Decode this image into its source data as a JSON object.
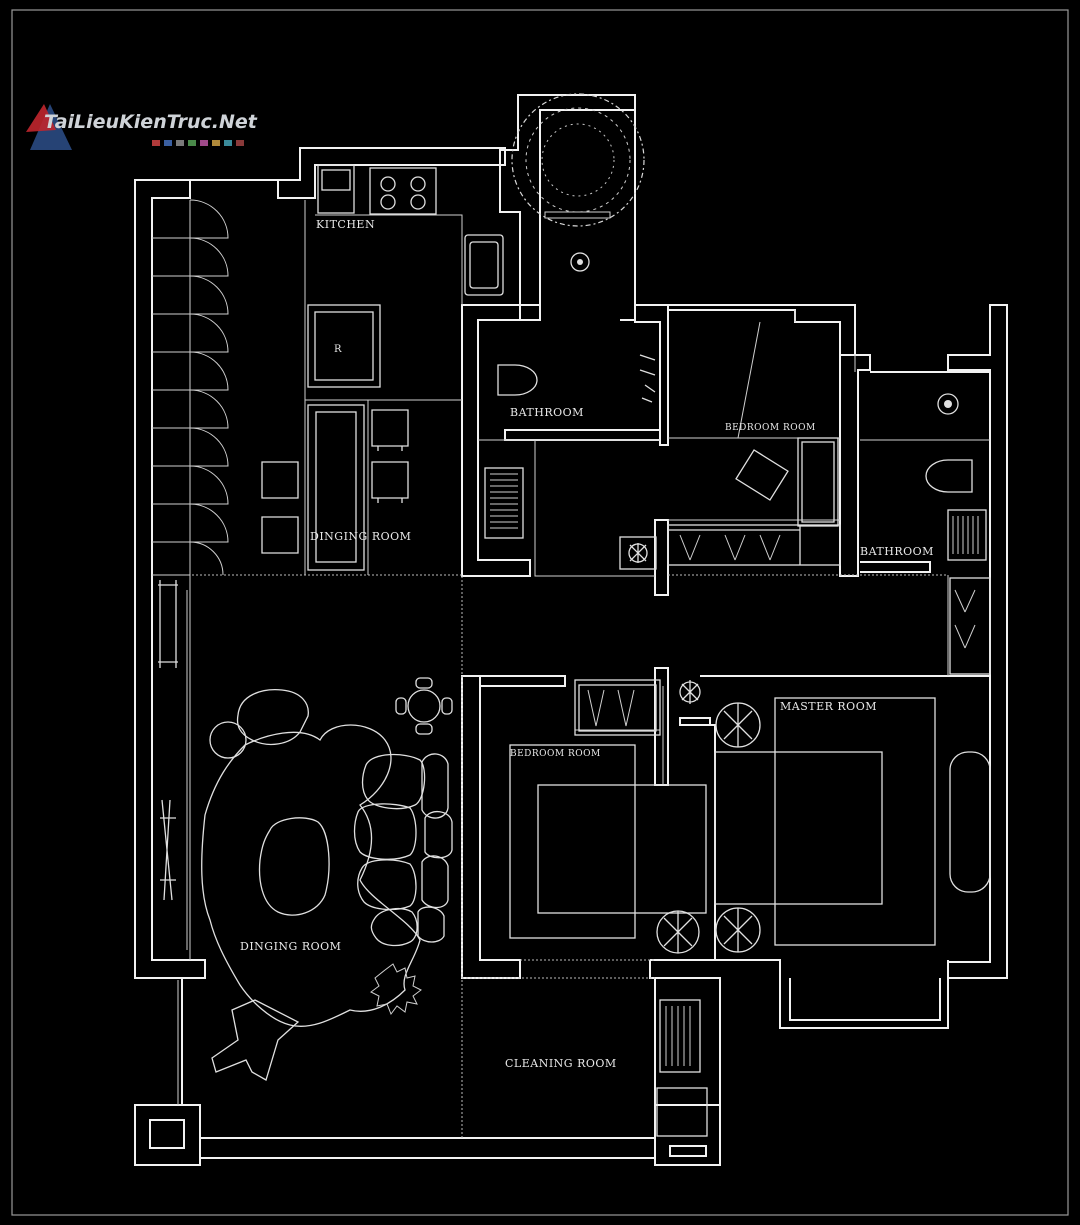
{
  "watermark": {
    "text": "TaiLieuKienTruc.Net"
  },
  "rooms": {
    "kitchen": "KITCHEN",
    "dining_top": "DINGING ROOM",
    "bathroom_1": "BATHROOM",
    "bedroom_top": "BEDROOM ROOM",
    "bathroom_2": "BATHROOM",
    "master": "MASTER ROOM",
    "bedroom_mid": "BEDROOM ROOM",
    "dining_living": "DINGING ROOM",
    "cleaning": "CLEANING ROOM"
  },
  "colors": {
    "background": "#000000",
    "line": "#f2f2f2",
    "logo_red": "#c0262d",
    "logo_blue": "#2d4f8a"
  }
}
